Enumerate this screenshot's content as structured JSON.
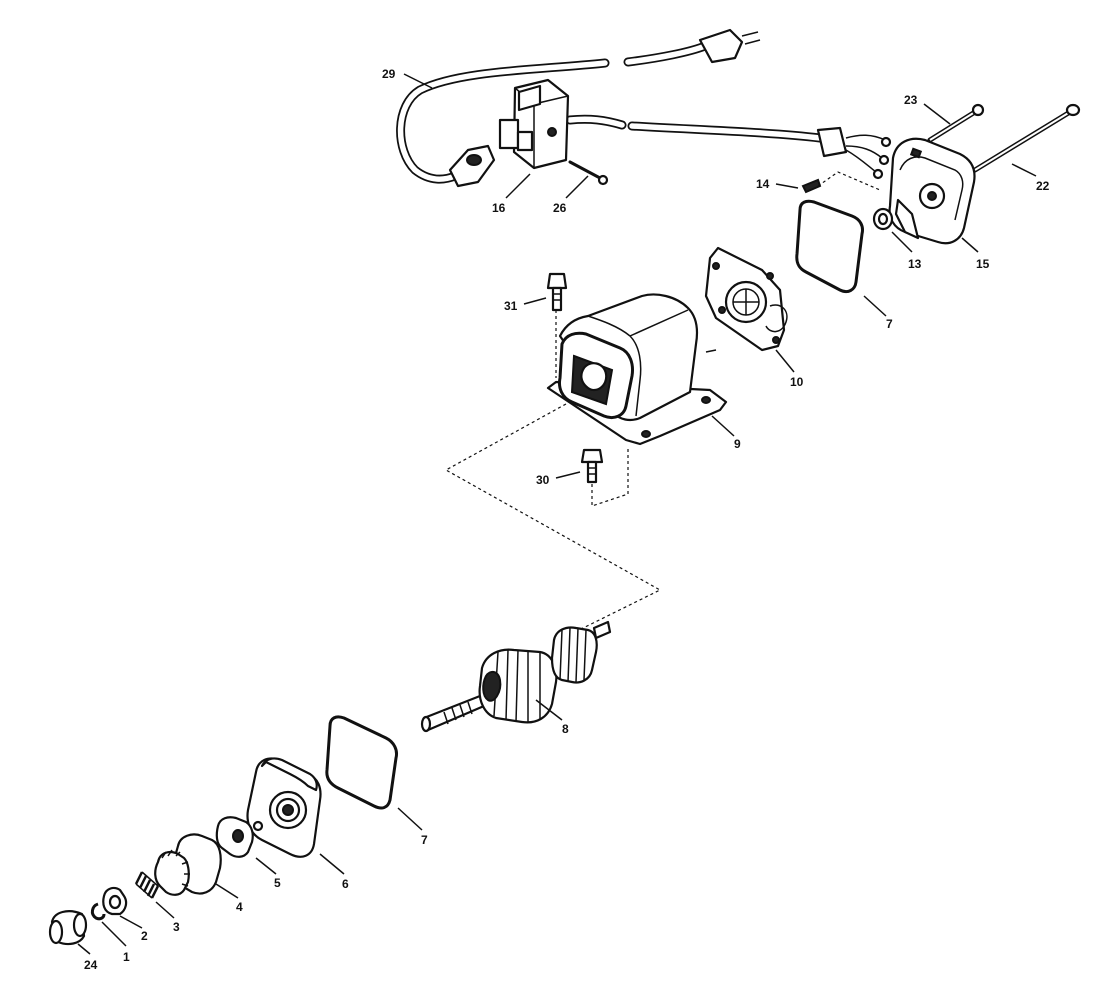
{
  "diagram": {
    "callouts": [
      {
        "id": "29",
        "text": "29"
      },
      {
        "id": "16",
        "text": "16"
      },
      {
        "id": "26",
        "text": "26"
      },
      {
        "id": "23",
        "text": "23"
      },
      {
        "id": "22",
        "text": "22"
      },
      {
        "id": "14",
        "text": "14"
      },
      {
        "id": "13",
        "text": "13"
      },
      {
        "id": "15",
        "text": "15"
      },
      {
        "id": "7a",
        "text": "7"
      },
      {
        "id": "10",
        "text": "10"
      },
      {
        "id": "31",
        "text": "31"
      },
      {
        "id": "9",
        "text": "9"
      },
      {
        "id": "30",
        "text": "30"
      },
      {
        "id": "8",
        "text": "8"
      },
      {
        "id": "7b",
        "text": "7"
      },
      {
        "id": "6",
        "text": "6"
      },
      {
        "id": "5",
        "text": "5"
      },
      {
        "id": "4",
        "text": "4"
      },
      {
        "id": "3",
        "text": "3"
      },
      {
        "id": "2",
        "text": "2"
      },
      {
        "id": "1",
        "text": "1"
      },
      {
        "id": "24",
        "text": "24"
      }
    ]
  }
}
